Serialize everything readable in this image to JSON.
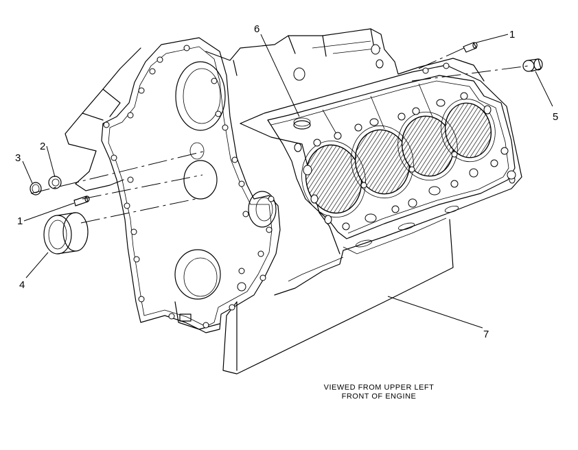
{
  "callouts": [
    {
      "id": "c1a",
      "label": "1"
    },
    {
      "id": "c1b",
      "label": "1"
    },
    {
      "id": "c2",
      "label": "2"
    },
    {
      "id": "c3",
      "label": "3"
    },
    {
      "id": "c4",
      "label": "4"
    },
    {
      "id": "c5",
      "label": "5"
    },
    {
      "id": "c6",
      "label": "6"
    },
    {
      "id": "c7",
      "label": "7"
    }
  ],
  "caption": {
    "line1": "VIEWED FROM UPPER LEFT",
    "line2": "FRONT OF ENGINE"
  }
}
